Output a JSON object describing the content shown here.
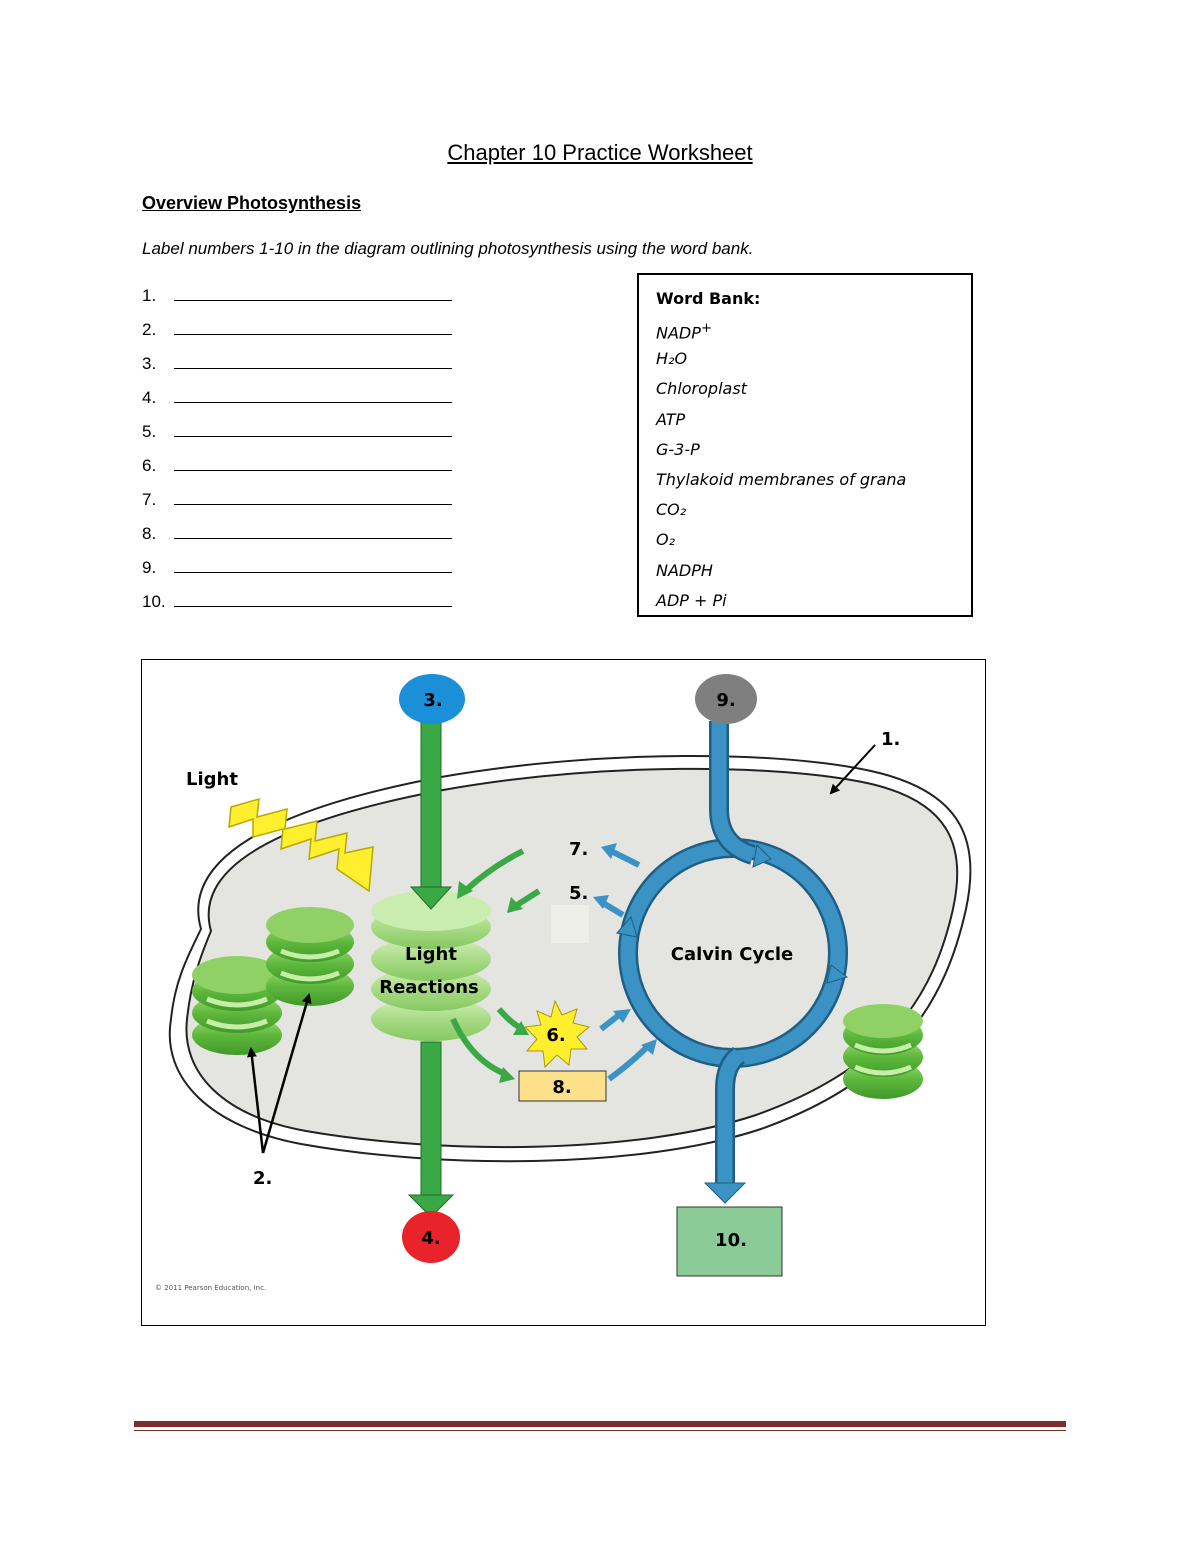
{
  "title": "Chapter 10 Practice Worksheet",
  "section_title": "Overview Photosynthesis",
  "instructions": "Label numbers 1-10 in the diagram outlining photosynthesis using the word bank.",
  "answers": [
    "1.",
    "2.",
    "3.",
    "4.",
    "5.",
    "6.",
    "7.",
    "8.",
    "9.",
    "10."
  ],
  "word_bank": {
    "heading": "Word Bank:",
    "items": [
      "NADP",
      "H₂O",
      "Chloroplast",
      "ATP",
      "G-3-P",
      "Thylakoid membranes of grana",
      "CO₂",
      "O₂",
      "NADPH",
      "ADP + Pi"
    ],
    "nadp_superscript": "+"
  },
  "diagram": {
    "light": "Light",
    "light_reactions_1": "Light",
    "light_reactions_2": "Reactions",
    "calvin_cycle": "Calvin Cycle",
    "labels": {
      "l1": "1.",
      "l2": "2.",
      "l3": "3.",
      "l4": "4.",
      "l5": "5.",
      "l6": "6.",
      "l7": "7.",
      "l8": "8.",
      "l9": "9.",
      "l10": "10."
    },
    "copyright": "© 2011 Pearson Education, Inc.",
    "colors": {
      "stroma": "#e4e4e0",
      "green_arrow": "#3aa845",
      "blue_cycle": "#3a93c4",
      "label3": "#1b8fd8",
      "label9": "#7f7f7f",
      "label4": "#e8232a",
      "label8": "#fde08a",
      "label10": "#8acb97",
      "light_bolt": "#ffef2e",
      "grana": "#6cc24a"
    }
  }
}
